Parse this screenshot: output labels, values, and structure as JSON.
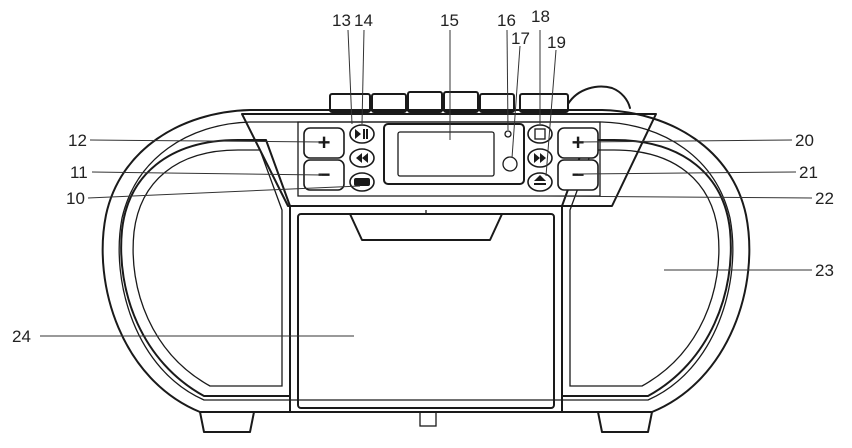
{
  "callouts": [
    {
      "id": "10",
      "label": "10"
    },
    {
      "id": "11",
      "label": "11"
    },
    {
      "id": "12",
      "label": "12"
    },
    {
      "id": "13",
      "label": "13"
    },
    {
      "id": "14",
      "label": "14"
    },
    {
      "id": "15",
      "label": "15"
    },
    {
      "id": "16",
      "label": "16"
    },
    {
      "id": "17",
      "label": "17"
    },
    {
      "id": "18",
      "label": "18"
    },
    {
      "id": "19",
      "label": "19"
    },
    {
      "id": "20",
      "label": "20"
    },
    {
      "id": "21",
      "label": "21"
    },
    {
      "id": "22",
      "label": "22"
    },
    {
      "id": "23",
      "label": "23"
    },
    {
      "id": "24",
      "label": "24"
    }
  ],
  "button_glyphs": {
    "plus": "+",
    "minus": "−"
  }
}
